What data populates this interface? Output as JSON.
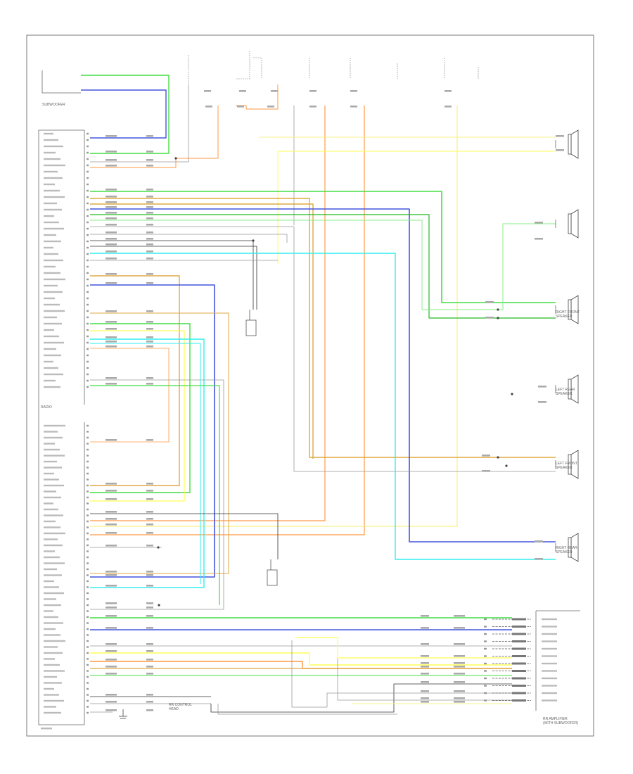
{
  "diagram": {
    "colors": {
      "green": "#44dd44",
      "lightgreen": "#88ee88",
      "darkgreen": "#22bb22",
      "blue": "#4455dd",
      "navy": "#3344cc",
      "cyan": "#33eeee",
      "orange": "#ff9944",
      "tan": "#ddaa44",
      "yellow": "#ffff55",
      "paleyellow": "#f5f08a",
      "gray": "#999999",
      "black": "#333333",
      "border": "#777777"
    },
    "labels": [
      {
        "id": "subwoofer",
        "lines": [
          "SUBWOOFER"
        ]
      },
      {
        "id": "amplifier",
        "lines": [
          "RR AMPLIFIER",
          "(WITH SUBWOOFER)"
        ]
      },
      {
        "id": "lf-speaker",
        "lines": [
          "LEFT FRONT",
          "SPEAKER"
        ]
      },
      {
        "id": "rf-speaker",
        "lines": [
          "RIGHT FRONT",
          "SPEAKER"
        ]
      },
      {
        "id": "lr-speaker",
        "lines": [
          "LEFT REAR",
          "SPEAKER"
        ]
      },
      {
        "id": "rr-speaker",
        "lines": [
          "RIGHT REAR",
          "SPEAKER"
        ]
      },
      {
        "id": "radio",
        "lines": [
          "RADIO"
        ]
      },
      {
        "id": "rr-control",
        "lines": [
          "RR CONTROL",
          "HEAD"
        ]
      }
    ]
  }
}
